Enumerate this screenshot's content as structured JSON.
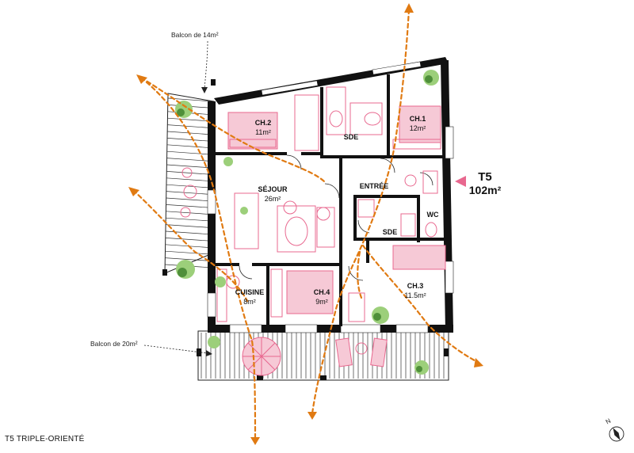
{
  "plan": {
    "caption": "T5 TRIPLE-ORIENTÉ",
    "type_label": "T5",
    "total_area": "102m²",
    "compass_letter": "N",
    "balconies": [
      {
        "label": "Balcon de 14m²"
      },
      {
        "label": "Balcon de 20m²"
      }
    ],
    "rooms": {
      "ch2": {
        "name": "CH.2",
        "area": "11m²"
      },
      "ch1": {
        "name": "CH.1",
        "area": "12m²"
      },
      "sde_top": {
        "name": "SDE"
      },
      "sejour": {
        "name": "SÉJOUR",
        "area": "26m²"
      },
      "entree": {
        "name": "ENTRÉE"
      },
      "wc": {
        "name": "WC"
      },
      "sde_mid": {
        "name": "SDE"
      },
      "cuisine": {
        "name": "CUISINE",
        "area": "8m²"
      },
      "ch4": {
        "name": "CH.4",
        "area": "9m²"
      },
      "ch3": {
        "name": "CH.3",
        "area": "11.5m²"
      }
    },
    "colors": {
      "walls": "#111111",
      "furniture": "#e8688f",
      "airflow_arrows": "#e07a12",
      "plants": "#4f8f3a",
      "entrance_marker": "#e8688f"
    }
  }
}
